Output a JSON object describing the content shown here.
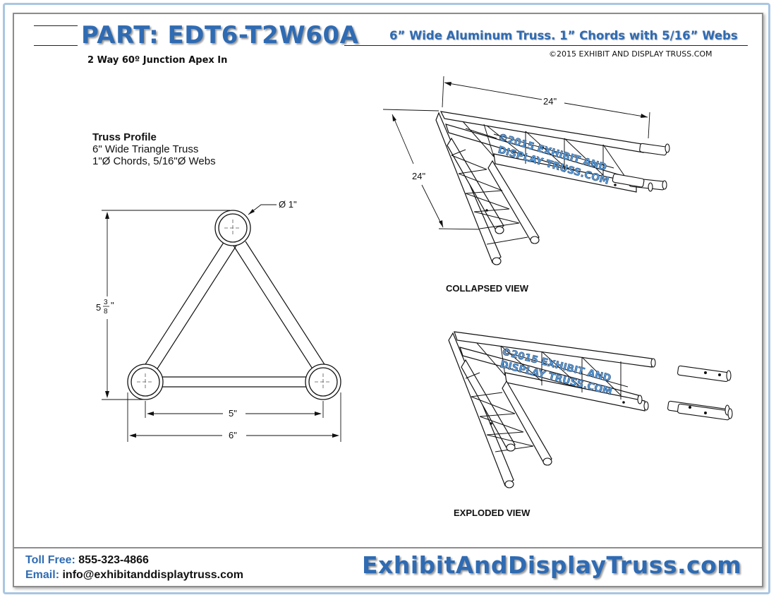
{
  "header": {
    "part_number": "PART: EDT6-T2W60A",
    "description": "6” Wide Aluminum Truss. 1” Chords with 5/16” Webs",
    "copyright": "©2015 EXHIBIT AND DISPLAY TRUSS.COM",
    "subtitle": "2 Way 60º Junction Apex In"
  },
  "truss_profile": {
    "heading": "Truss Profile",
    "line1": "6\" Wide Triangle Truss",
    "line2": "1\"Ø Chords, 5/16\"Ø Webs"
  },
  "profile_drawing": {
    "chord_diameter": "Ø 1\"",
    "height_whole": "5",
    "height_num": "3",
    "height_den": "8",
    "height_unit": "\"",
    "inner_width": "5\"",
    "outer_width": "6\""
  },
  "collapsed_view": {
    "label": "COLLAPSED VIEW",
    "dim_top": "24\"",
    "dim_side": "24\""
  },
  "exploded_view": {
    "label": "EXPLODED VIEW"
  },
  "watermark": {
    "line1": "©2015 EXHIBIT AND",
    "line2": "DISPLAY TRUSS.COM"
  },
  "footer": {
    "toll_label": "Toll Free:",
    "toll_number": "855-323-4866",
    "email_label": "Email:",
    "email_address": "info@exhibitanddisplaytruss.com",
    "website": "ExhibitAndDisplayTruss.com"
  },
  "colors": {
    "brand_blue": "#2f6bb3",
    "frame_light_blue": "#a9c6e2",
    "frame_gray": "#8d8d8d"
  }
}
